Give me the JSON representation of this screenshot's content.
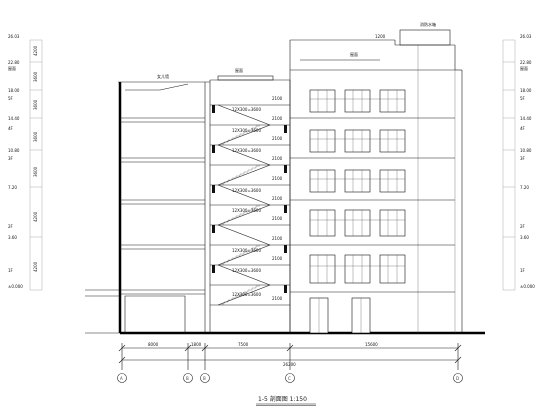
{
  "drawing": {
    "title": "1-5 剖面图 1:150",
    "total_width": "26200",
    "segment_dims": [
      "8000",
      "1800",
      "7500",
      "15600"
    ],
    "axis_labels": [
      "A",
      "B",
      "B",
      "C",
      "D"
    ],
    "left_elevations": [
      {
        "elev": "26.03",
        "floor": ""
      },
      {
        "elev": "22.80",
        "floor": "屋面"
      },
      {
        "elev": "18.00",
        "floor": "5F"
      },
      {
        "elev": "14.40",
        "floor": "4F"
      },
      {
        "elev": "10.80",
        "floor": "3F"
      },
      {
        "elev": "7.20",
        "floor": "2F"
      },
      {
        "elev": "3.60",
        "floor": "1F"
      },
      {
        "elev": "±0.000",
        "floor": ""
      }
    ],
    "right_elevations": [
      {
        "elev": "26.03",
        "floor": ""
      },
      {
        "elev": "22.80",
        "floor": "屋面"
      },
      {
        "elev": "18.00",
        "floor": "5F"
      },
      {
        "elev": "14.40",
        "floor": "4F"
      },
      {
        "elev": "10.80",
        "floor": "3F"
      },
      {
        "elev": "7.20",
        "floor": "2F"
      },
      {
        "elev": "3.60",
        "floor": "1F"
      },
      {
        "elev": "±0.000",
        "floor": ""
      }
    ],
    "left_spacing": [
      "4200",
      "3600",
      "3600",
      "3600",
      "3600",
      "4200",
      "4200"
    ],
    "stair_dims": [
      "2100",
      "2100",
      "2100",
      "2100",
      "2100",
      "2100",
      "2100",
      "2100",
      "2100",
      "2100"
    ],
    "stair_notes": [
      "12X300=3600",
      "12X300=3600",
      "12X300=3600",
      "12X300=3600",
      "12X300=3600",
      "12X300=3600",
      "12X300=3600",
      "12X300=3600"
    ],
    "top_labels": [
      "女儿墙",
      "屋面",
      "屋面",
      "消防水箱",
      "1200"
    ]
  }
}
